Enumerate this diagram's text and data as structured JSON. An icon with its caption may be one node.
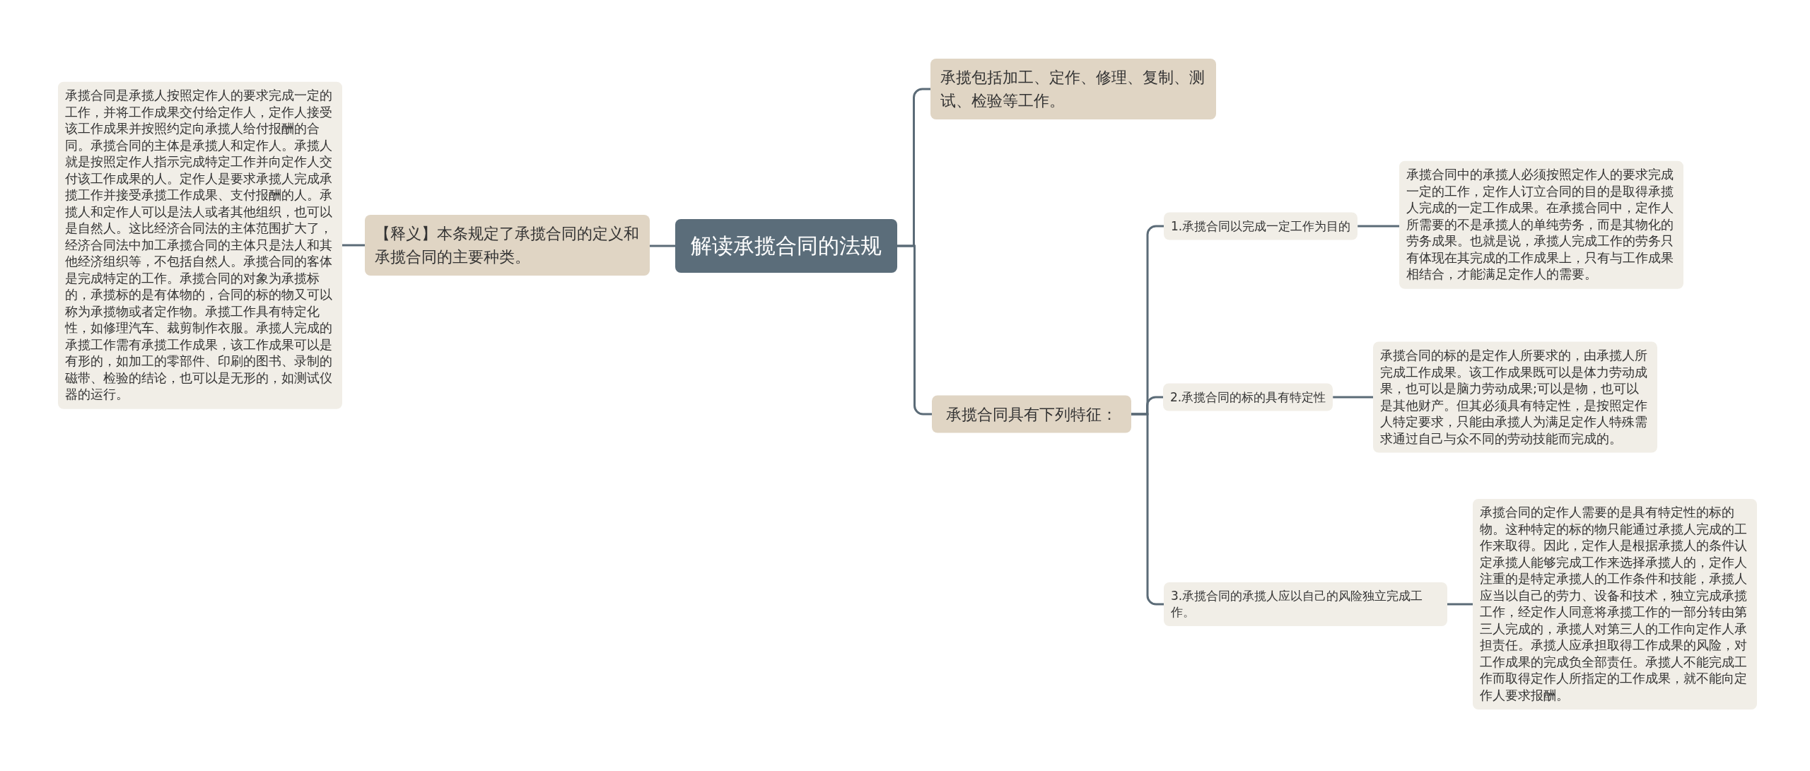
{
  "diagram": {
    "nodes": [
      {
        "text": [
          "解读承揽合同的法规"
        ]
      },
      {
        "text": [
          "【释义】本条规定了承揽合同的定义和承揽合同的主要种类。"
        ]
      },
      {
        "text": [
          "承揽合同是承揽人按照定作人的要求完成一定的工作，并将工作成果交付给定作人，定作人接受该工作成果并按照约定向承揽人给付报酬的合同。承揽合同的主体是承揽人和定作人。承揽人就是按照定作人指示完成特定工作并向定作人交付该工作成果的人。定作人是要求承揽人完成承揽工作并接受承揽工作成果、支付报酬的人。承揽人和定作人可以是法人或者其他组织，也可以是自然人。这比经济合同法的主体范围扩大了，经济合同法中加工承揽合同的主体只是法人和其他经济组织等，不包括自然人。承揽合同的客体是完成特定的工作。承揽合同的对象为承揽标的，承揽标的是有体物的，合同的标的物又可以称为承揽物或者定作物。承揽工作具有特定化性，如修理汽车、裁剪制作衣服。承揽人完成的承揽工作需有承揽工作成果，该工作成果可以是有形的，如加工的零部件、印刷的图书、录制的磁带、检验的结论，也可以是无形的，如测试仪器的运行。"
        ]
      },
      {
        "text": [
          "承揽包括加工、定作、修理、复制、测试、检验等工作。"
        ]
      },
      {
        "text": [
          "承揽合同具有下列特征："
        ]
      },
      {
        "text": [
          "1.承揽合同以完成一定工作为目的"
        ]
      },
      {
        "text": [
          "承揽合同中的承揽人必须按照定作人的要求完成一定的工作，定作人订立合同的目的是取得承揽人完成的一定工作成果。在承揽合同中，定作人所需要的不是承揽人的单纯劳务，而是其物化的劳务成果。也就是说，承揽人完成工作的劳务只有体现在其完成的工作成果上，只有与工作成果相结合，才能满足定作人的需要。"
        ]
      },
      {
        "text": [
          "2.承揽合同的标的具有特定性"
        ]
      },
      {
        "text": [
          "承揽合同的标的是定作人所要求的，由承揽人所完成工作成果。该工作成果既可以是体力劳动成果，也可以是脑力劳动成果;可以是物，也可以是其他财产。但其必须具有特定性，是按照定作人特定要求，只能由承揽人为满足定作人特殊需求通过自己与众不同的劳动技能而完成的。"
        ]
      },
      {
        "text": [
          "3.承揽合同的承揽人应以自己的风险独立完成工作。"
        ]
      },
      {
        "text": [
          "承揽合同的定作人需要的是具有特定性的标的物。这种特定的标的物只能通过承揽人完成的工作来取得。因此，定作人是根据承揽人的条件认定承揽人能够完成工作来选择承揽人的，定作人注重的是特定承揽人的工作条件和技能，承揽人应当以自己的劳力、设备和技术，独立完成承揽工作，经定作人同意将承揽工作的一部分转由第三人完成的，承揽人对第三人的工作向定作人承担责任。承揽人应承担取得工作成果的风险，对工作成果的完成负全部责任。承揽人不能完成工作而取得定作人所指定的工作成果，就不能向定作人要求报酬。"
        ]
      }
    ],
    "edges": [
      {
        "from": 0,
        "to": 1,
        "arrow": "none"
      },
      {
        "from": 1,
        "to": 2,
        "arrow": "none"
      },
      {
        "from": 0,
        "to": 3,
        "arrow": "none"
      },
      {
        "from": 0,
        "to": 4,
        "arrow": "none"
      },
      {
        "from": 4,
        "to": 5,
        "arrow": "none"
      },
      {
        "from": 5,
        "to": 6,
        "arrow": "none"
      },
      {
        "from": 4,
        "to": 7,
        "arrow": "none"
      },
      {
        "from": 7,
        "to": 8,
        "arrow": "none"
      },
      {
        "from": 4,
        "to": 9,
        "arrow": "none"
      },
      {
        "from": 9,
        "to": 10,
        "arrow": "none"
      }
    ]
  }
}
